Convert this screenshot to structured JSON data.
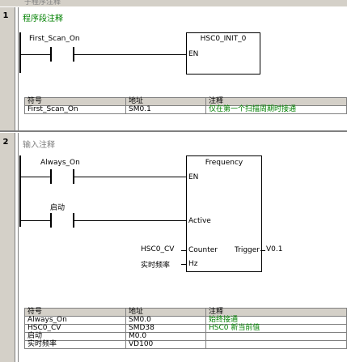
{
  "top_header": {
    "text": "子程序注释"
  },
  "network1": {
    "number": "1",
    "comment": "程序段注释",
    "contact_label": "First_Scan_On",
    "box_title": "HSC0_INIT_0",
    "box_pin_en": "EN",
    "symbol_table": {
      "headers": [
        "符号",
        "地址",
        "注释"
      ],
      "rows": [
        {
          "symbol": "First_Scan_On",
          "address": "SM0.1",
          "comment": "仅在第一个扫描周期时接通"
        }
      ]
    }
  },
  "network2": {
    "number": "2",
    "comment": "输入注释",
    "contact1_label": "Always_On",
    "contact2_label": "启动",
    "box_title": "Frequency",
    "pins": {
      "en": "EN",
      "active": "Active",
      "counter": "Counter",
      "hz": "Hz",
      "trigger": "Trigger"
    },
    "counter_input": "HSC0_CV",
    "hz_input": "实时频率",
    "trigger_output": "V0.1",
    "symbol_table": {
      "headers": [
        "符号",
        "地址",
        "注释"
      ],
      "rows": [
        {
          "symbol": "Always_On",
          "address": "SM0.0",
          "comment": "始终接通"
        },
        {
          "symbol": "HSC0_CV",
          "address": "SMD38",
          "comment": "HSC0 新当前值"
        },
        {
          "symbol": "启动",
          "address": "M0.0",
          "comment": ""
        },
        {
          "symbol": "实时频率",
          "address": "VD100",
          "comment": ""
        }
      ]
    }
  }
}
